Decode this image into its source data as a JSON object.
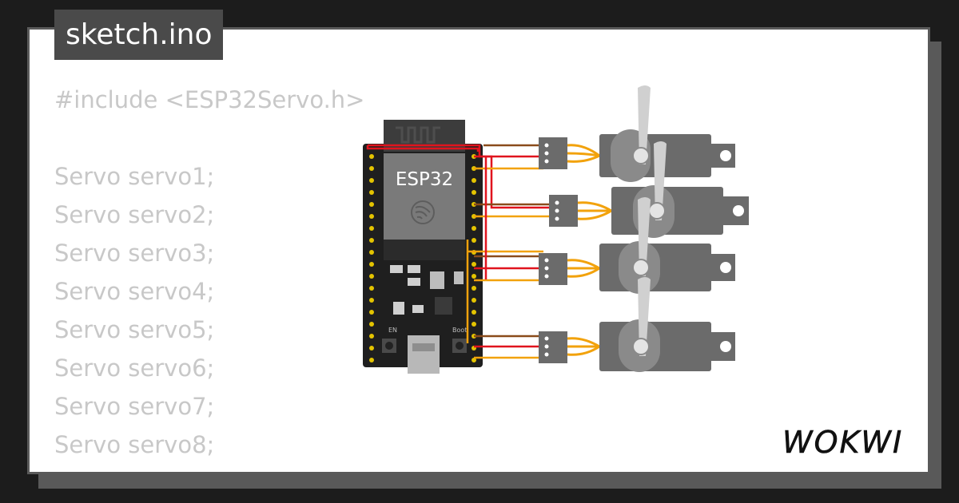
{
  "file_tab": {
    "label": "sketch.ino"
  },
  "code_lines": [
    "#include <ESP32Servo.h>",
    "",
    "Servo servo1;",
    "Servo servo2;",
    "Servo servo3;",
    "Servo servo4;",
    "Servo servo5;",
    "Servo servo6;",
    "Servo servo7;",
    "Servo servo8;"
  ],
  "board": {
    "label": "ESP32",
    "en_label": "EN",
    "boot_label": "Boot"
  },
  "brand": {
    "name": "WOKWI"
  },
  "colors": {
    "background": "#1c1c1c",
    "card": "#ffffff",
    "tab": "#4a4a4a",
    "code_text": "#c8c8c8",
    "board": "#1f1f1f",
    "servo": "#6b6b6b",
    "wire_red": "#e0141e",
    "wire_orange": "#f2a20c",
    "wire_brown": "#8a4b1b"
  }
}
